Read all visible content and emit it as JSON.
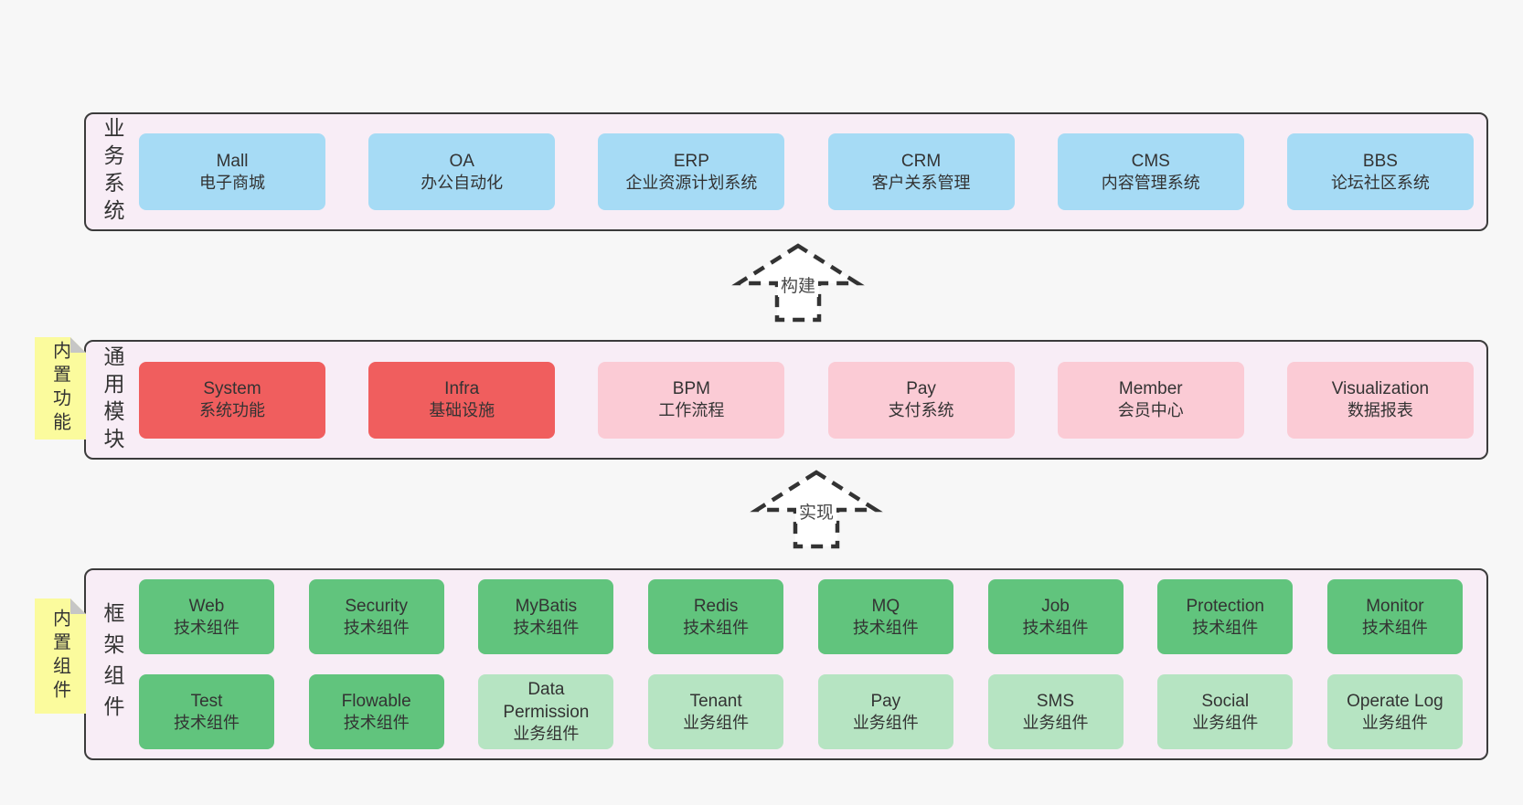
{
  "colors": {
    "page_background": "#f7f7f7",
    "band_background": "#f8edf6",
    "band_border": "#3b3b3b",
    "box_blue": "#a6dbf5",
    "box_red": "#f05e5e",
    "box_pink": "#fbcbd5",
    "box_green": "#61c47d",
    "box_green_light": "#b6e4c2",
    "sticky_yellow": "#fbfb9d",
    "sticky_fold_gray": "#c6c6c6",
    "text": "#333333"
  },
  "bands": {
    "business": {
      "label": "业务系统",
      "boxes": [
        {
          "title": "Mall",
          "subtitle": "电子商城",
          "variant": "blue"
        },
        {
          "title": "OA",
          "subtitle": "办公自动化",
          "variant": "blue"
        },
        {
          "title": "ERP",
          "subtitle": "企业资源计划系统",
          "variant": "blue"
        },
        {
          "title": "CRM",
          "subtitle": "客户关系管理",
          "variant": "blue"
        },
        {
          "title": "CMS",
          "subtitle": "内容管理系统",
          "variant": "blue"
        },
        {
          "title": "BBS",
          "subtitle": "论坛社区系统",
          "variant": "blue"
        }
      ]
    },
    "modules": {
      "label": "通用模块",
      "sticky": "内置功能",
      "boxes": [
        {
          "title": "System",
          "subtitle": "系统功能",
          "variant": "red"
        },
        {
          "title": "Infra",
          "subtitle": "基础设施",
          "variant": "red"
        },
        {
          "title": "BPM",
          "subtitle": "工作流程",
          "variant": "pink"
        },
        {
          "title": "Pay",
          "subtitle": "支付系统",
          "variant": "pink"
        },
        {
          "title": "Member",
          "subtitle": "会员中心",
          "variant": "pink"
        },
        {
          "title": "Visualization",
          "subtitle": "数据报表",
          "variant": "pink"
        }
      ]
    },
    "components": {
      "label": "框架组件",
      "sticky": "内置组件",
      "row1": [
        {
          "title": "Web",
          "subtitle": "技术组件",
          "variant": "green"
        },
        {
          "title": "Security",
          "subtitle": "技术组件",
          "variant": "green"
        },
        {
          "title": "MyBatis",
          "subtitle": "技术组件",
          "variant": "green"
        },
        {
          "title": "Redis",
          "subtitle": "技术组件",
          "variant": "green"
        },
        {
          "title": "MQ",
          "subtitle": "技术组件",
          "variant": "green"
        },
        {
          "title": "Job",
          "subtitle": "技术组件",
          "variant": "green"
        },
        {
          "title": "Protection",
          "subtitle": "技术组件",
          "variant": "green"
        },
        {
          "title": "Monitor",
          "subtitle": "技术组件",
          "variant": "green"
        }
      ],
      "row2": [
        {
          "title": "Test",
          "subtitle": "技术组件",
          "variant": "green"
        },
        {
          "title": "Flowable",
          "subtitle": "技术组件",
          "variant": "green"
        },
        {
          "title": "Data Permission",
          "subtitle": "业务组件",
          "variant": "green-light"
        },
        {
          "title": "Tenant",
          "subtitle": "业务组件",
          "variant": "green-light"
        },
        {
          "title": "Pay",
          "subtitle": "业务组件",
          "variant": "green-light"
        },
        {
          "title": "SMS",
          "subtitle": "业务组件",
          "variant": "green-light"
        },
        {
          "title": "Social",
          "subtitle": "业务组件",
          "variant": "green-light"
        },
        {
          "title": "Operate Log",
          "subtitle": "业务组件",
          "variant": "green-light"
        }
      ]
    }
  },
  "arrows": [
    {
      "label": "构建"
    },
    {
      "label": "实现"
    }
  ]
}
